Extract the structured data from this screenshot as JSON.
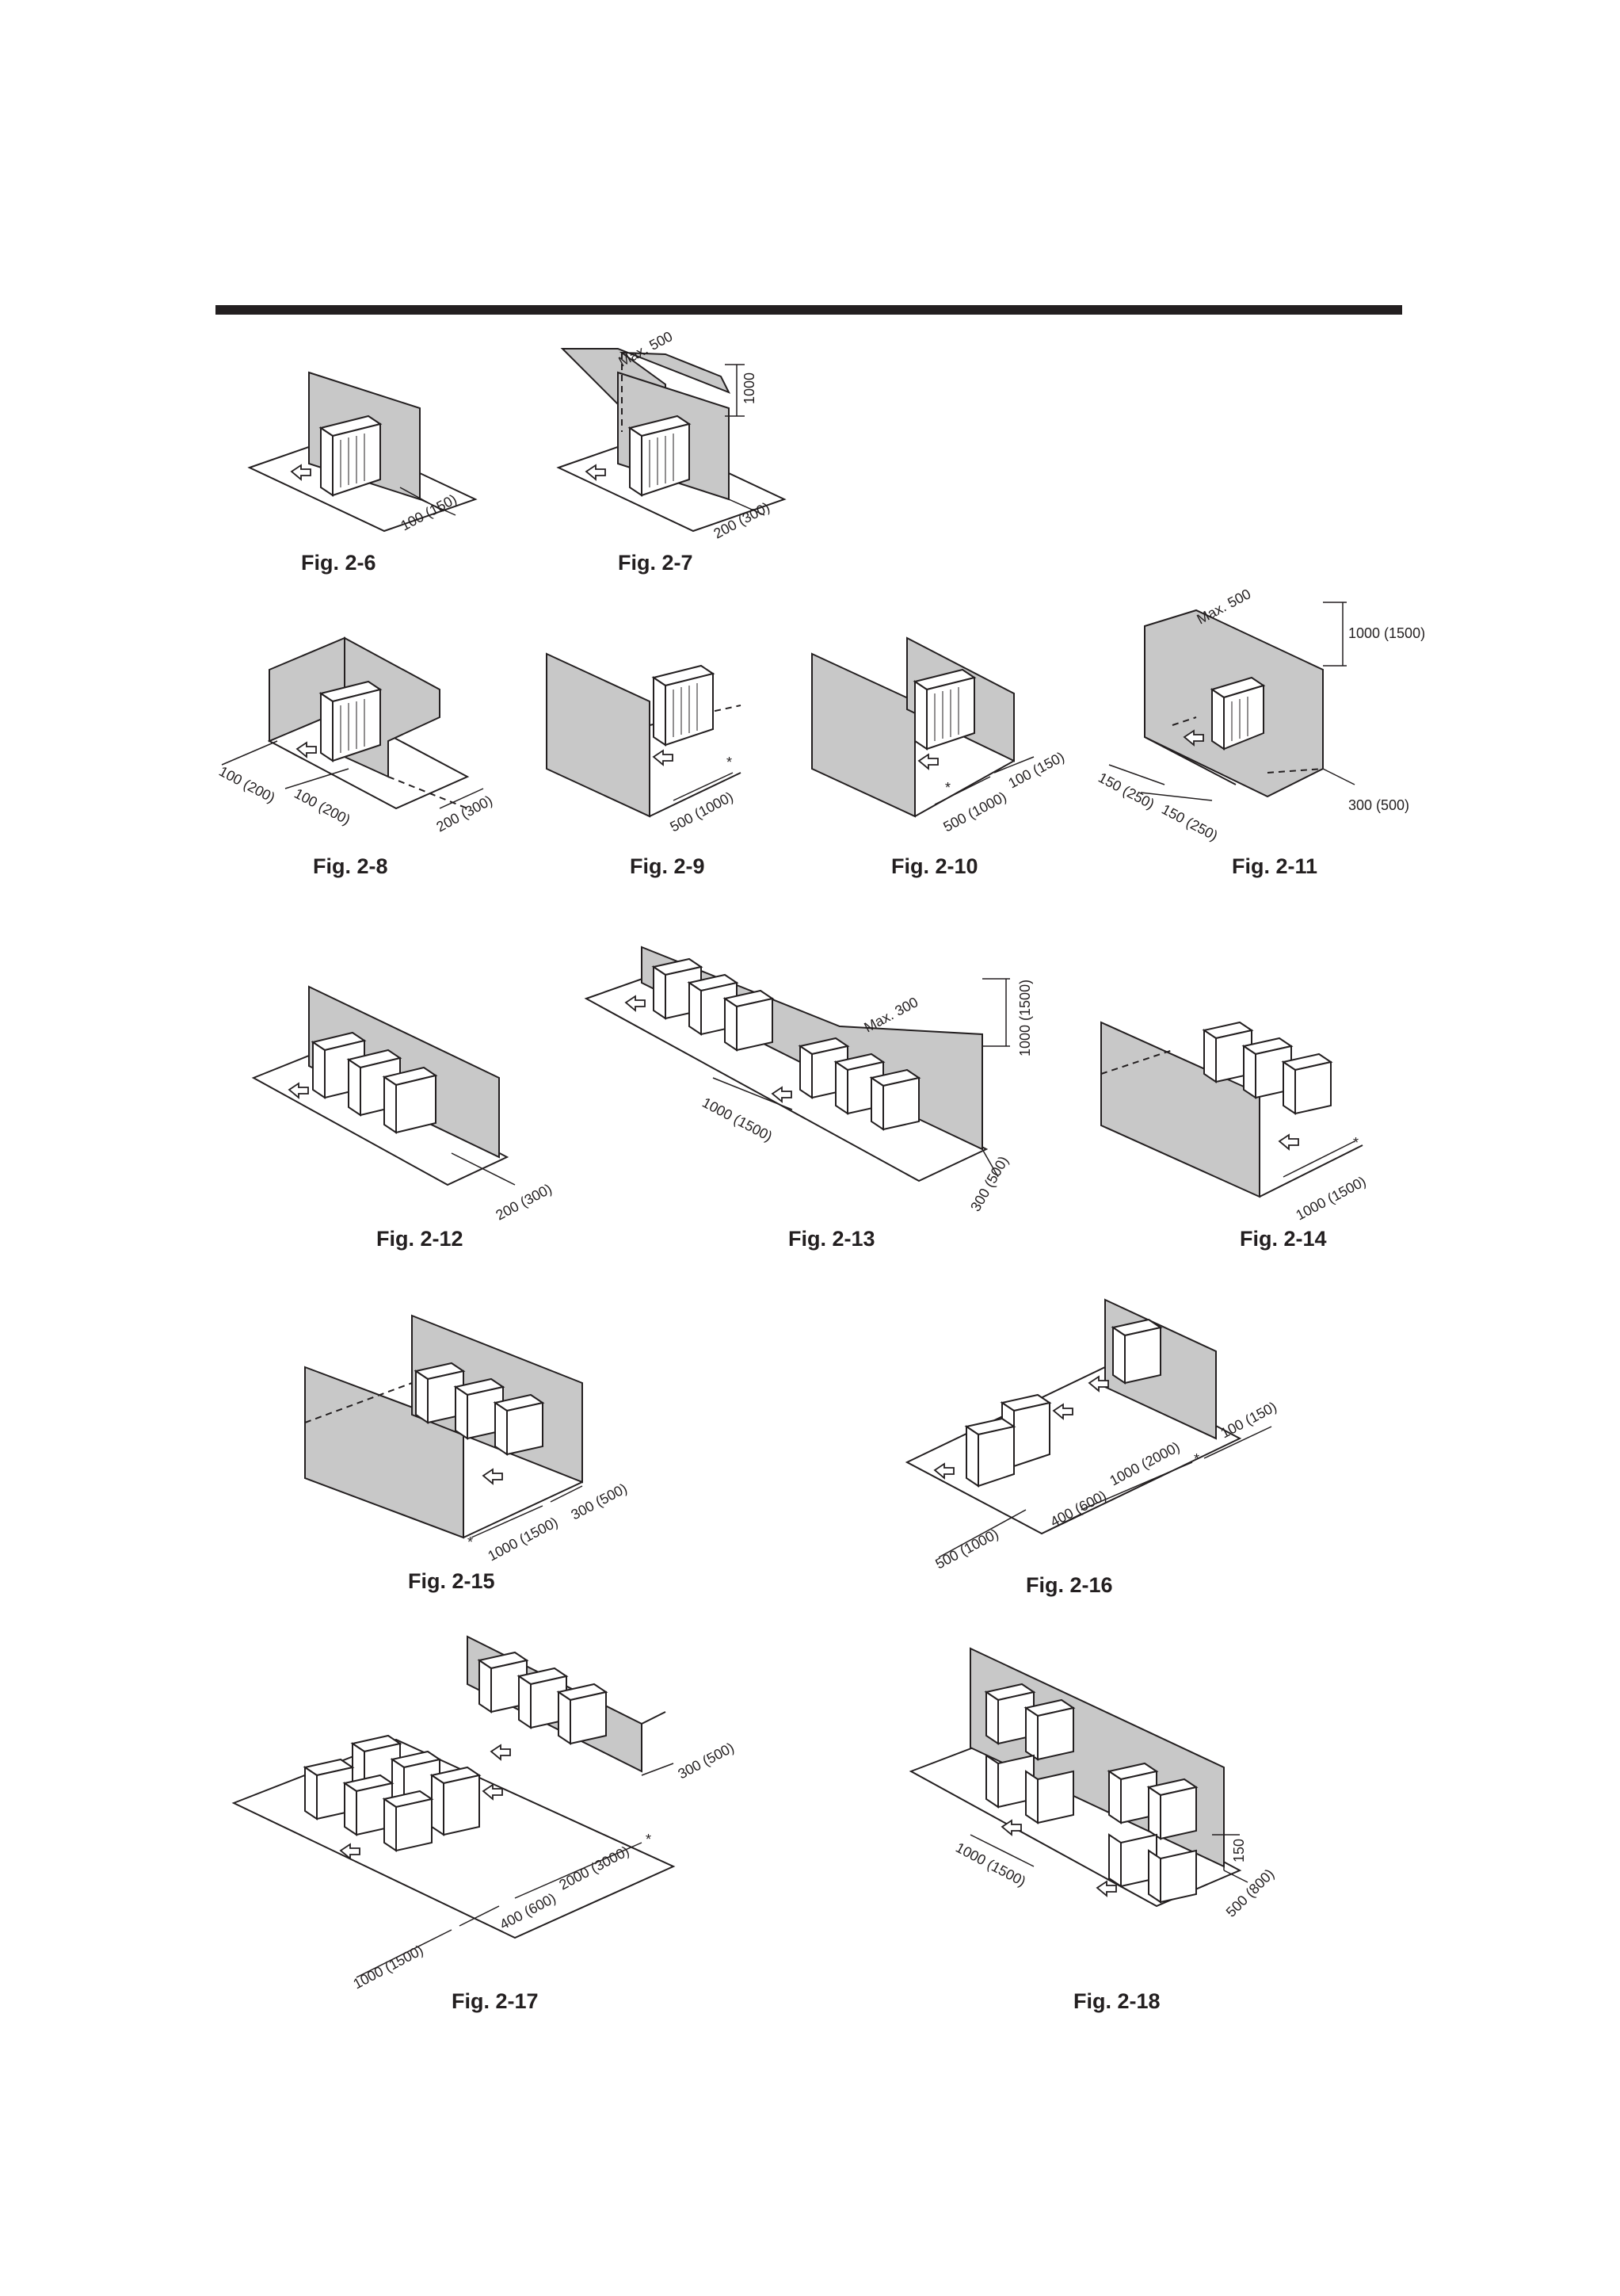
{
  "figures": [
    {
      "id": "fig-2-6",
      "caption": "Fig. 2-6",
      "dims": [
        "100 (150)"
      ]
    },
    {
      "id": "fig-2-7",
      "caption": "Fig. 2-7",
      "dims": [
        "Max. 500",
        "1000",
        "200 (300)"
      ]
    },
    {
      "id": "fig-2-8",
      "caption": "Fig. 2-8",
      "dims": [
        "100 (200)",
        "100 (200)",
        "200 (300)"
      ]
    },
    {
      "id": "fig-2-9",
      "caption": "Fig. 2-9",
      "dims": [
        "500 (1000)",
        "*"
      ]
    },
    {
      "id": "fig-2-10",
      "caption": "Fig. 2-10",
      "dims": [
        "500 (1000)",
        "100 (150)",
        "*"
      ]
    },
    {
      "id": "fig-2-11",
      "caption": "Fig. 2-11",
      "dims": [
        "Max. 500",
        "1000 (1500)",
        "150 (250)",
        "150 (250)",
        "300 (500)"
      ]
    },
    {
      "id": "fig-2-12",
      "caption": "Fig. 2-12",
      "dims": [
        "200 (300)"
      ]
    },
    {
      "id": "fig-2-13",
      "caption": "Fig. 2-13",
      "dims": [
        "Max. 300",
        "1000 (1500)",
        "1000 (1500)",
        "300 (500)"
      ]
    },
    {
      "id": "fig-2-14",
      "caption": "Fig. 2-14",
      "dims": [
        "1000 (1500)",
        "*"
      ]
    },
    {
      "id": "fig-2-15",
      "caption": "Fig. 2-15",
      "dims": [
        "1000 (1500)",
        "300 (500)",
        "*"
      ]
    },
    {
      "id": "fig-2-16",
      "caption": "Fig. 2-16",
      "dims": [
        "100 (150)",
        "1000 (2000)",
        "400 (600)",
        "500 (1000)",
        "*"
      ]
    },
    {
      "id": "fig-2-17",
      "caption": "Fig. 2-17",
      "dims": [
        "300 (500)",
        "2000 (3000)",
        "400 (600)",
        "1000 (1500)",
        "*"
      ]
    },
    {
      "id": "fig-2-18",
      "caption": "Fig. 2-18",
      "dims": [
        "150",
        "1000 (1500)",
        "500 (800)"
      ]
    }
  ]
}
